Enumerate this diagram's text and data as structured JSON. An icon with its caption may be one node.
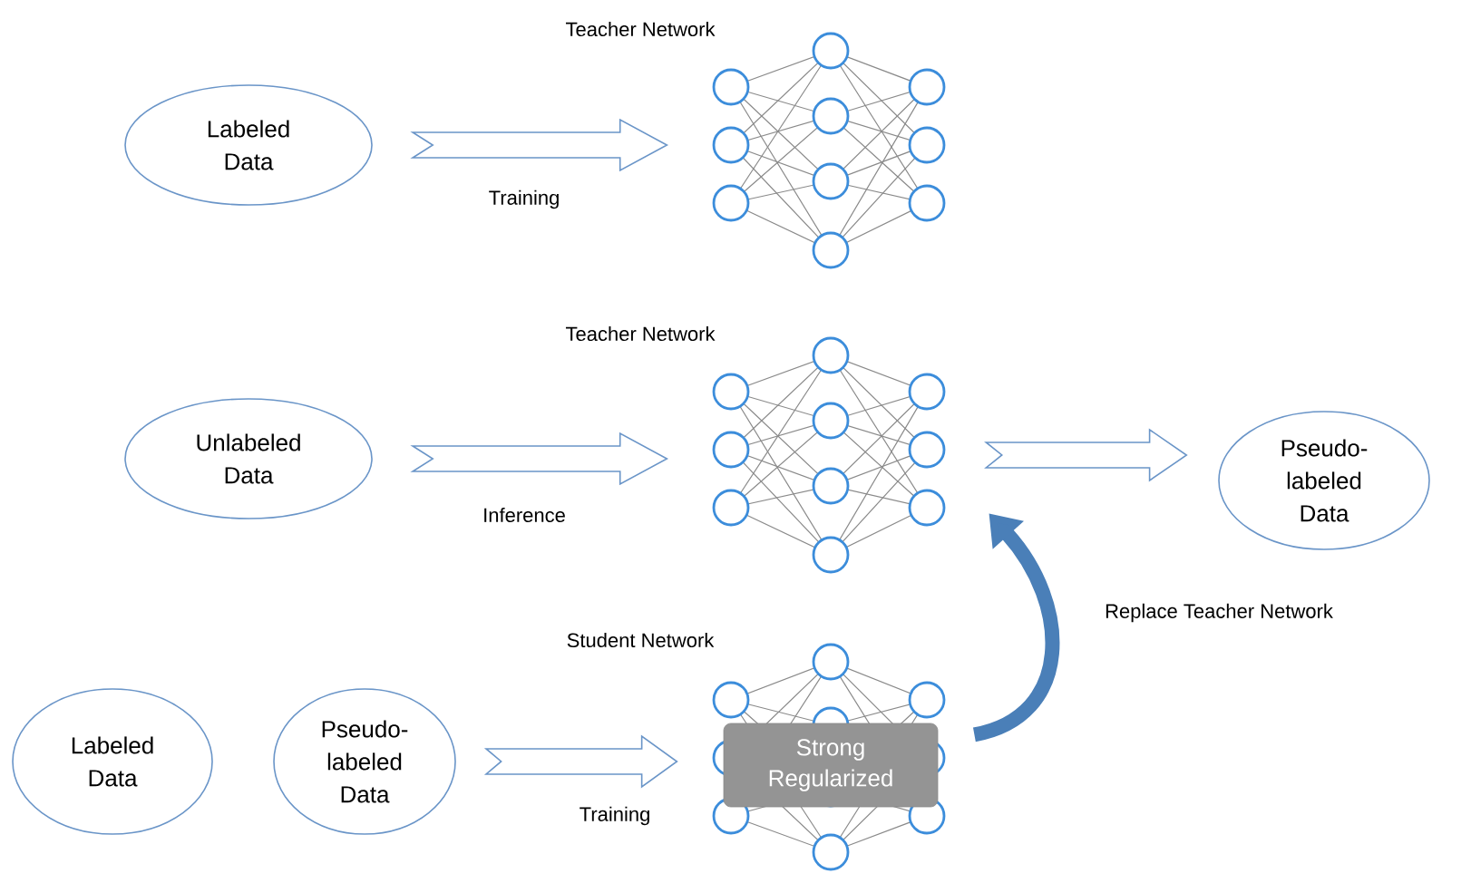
{
  "diagram": {
    "nodes": [
      {
        "text": [
          "Labeled Data"
        ]
      },
      {
        "text": [
          "Teacher Network"
        ]
      },
      {
        "text": [
          "Unlabeled Data"
        ]
      },
      {
        "text": [
          "Teacher Network"
        ]
      },
      {
        "text": [
          "Pseudo-labeled Data"
        ]
      },
      {
        "text": [
          "Labeled Data"
        ]
      },
      {
        "text": [
          "Pseudo-labeled Data"
        ]
      },
      {
        "text": [
          "Student Network"
        ]
      },
      {
        "text": [
          "Strong Regularized"
        ],
        "in": 7
      }
    ],
    "edges": [
      {
        "from": 0,
        "to": 1,
        "arrow": "to",
        "label": "Training"
      },
      {
        "from": 2,
        "to": 3,
        "arrow": "to",
        "label": "Inference"
      },
      {
        "from": 3,
        "to": 4,
        "arrow": "to"
      },
      {
        "from": 6,
        "to": 7,
        "arrow": "to",
        "label": "Training"
      },
      {
        "from": 7,
        "to": 3,
        "arrow": "to",
        "label": "Replace Teacher Network",
        "color": "#4a7fb8"
      }
    ]
  }
}
